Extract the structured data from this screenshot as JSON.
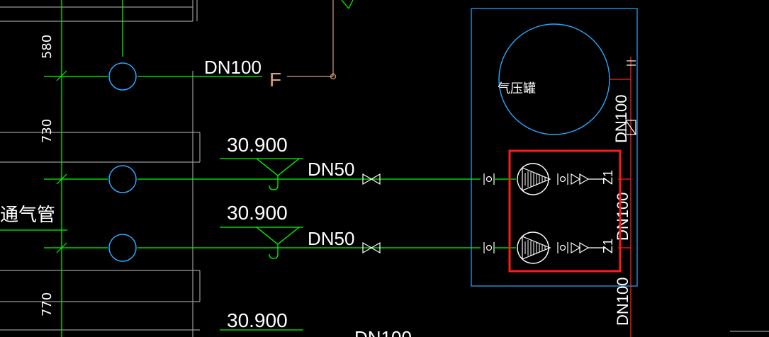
{
  "colors": {
    "background": "#000000",
    "green": "#00ff00",
    "white": "#ffffff",
    "gray": "#9a9a9a",
    "cyan": "#2aa8ff",
    "red": "#ff2020",
    "tan": "#d9a07a",
    "highlight": "#ff1a1a"
  },
  "labels": {
    "dn100_top": "DN100",
    "f_marker": "F",
    "tank": "气压罐",
    "vent_pipe": "通气管",
    "dn100_vertical_a": "DN100",
    "dn100_vertical_b": "DN100",
    "dn100_vertical_c": "DN100",
    "dn100_bottom_partial": "DN100"
  },
  "elevations": [
    "30.900",
    "30.900",
    "30.900"
  ],
  "branches": [
    {
      "size": "DN50",
      "pump_tag": "Z1"
    },
    {
      "size": "DN50",
      "pump_tag": "Z1"
    }
  ],
  "dimensions": [
    "580",
    "730",
    "770"
  ],
  "icons": [
    "pump-icon",
    "gate-valve-icon",
    "check-valve-icon",
    "floor-drain-trap-icon",
    "riser-circle-icon"
  ]
}
